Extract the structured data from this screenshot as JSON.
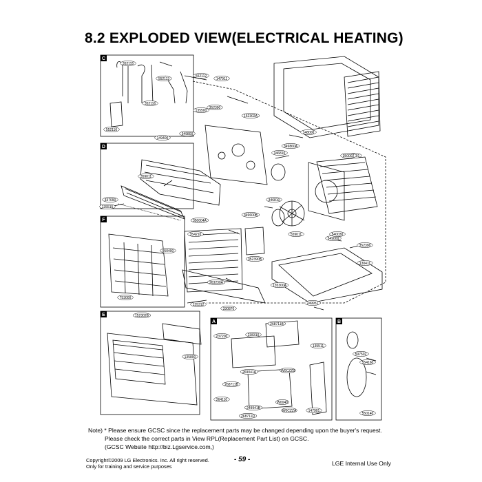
{
  "title": "8.2 EXPLODED VIEW(ELECTRICAL HEATING)",
  "sections": [
    "C",
    "D",
    "F",
    "E",
    "A",
    "B"
  ],
  "part_labels": [
    "352115",
    "552113",
    "552112",
    "147911",
    "352116",
    "552116",
    "135500",
    "352390",
    "152302A",
    "349800",
    "149400",
    "148000",
    "346810",
    "349860A",
    "352001",
    "359011",
    "337090",
    "135515",
    "346810",
    "349600B",
    "559011",
    "354210",
    "549000",
    "352396",
    "352390B",
    "130411",
    "263230A",
    "135300A",
    "330870",
    "135312",
    "249951",
    "950400",
    "753000",
    "152302B",
    "135800",
    "237200",
    "238310",
    "135511",
    "269041A",
    "W0CZZ8",
    "268711B",
    "597502",
    "554160",
    "550140",
    "264110",
    "249941B",
    "268711D",
    "W0040",
    "W0CZZA",
    "147901",
    "268711B",
    "540030",
    "350002",
    "350004A"
  ],
  "note": {
    "line1": "Note) * Please ensure GCSC since the replacement parts may be changed depending upon the buyer's request.",
    "line2": "Please check  the correct parts in View RPL(Replacement Part List) on GCSC.",
    "line3": "(GCSC Website  http://biz.Lgservice.com,)"
  },
  "footer": {
    "copyright": "Copyright©2009 LG Electronics. Inc. All right reserved.",
    "usage": "Only for training and service purposes",
    "page": "- 59 -",
    "internal": "LGE Internal Use Only"
  }
}
